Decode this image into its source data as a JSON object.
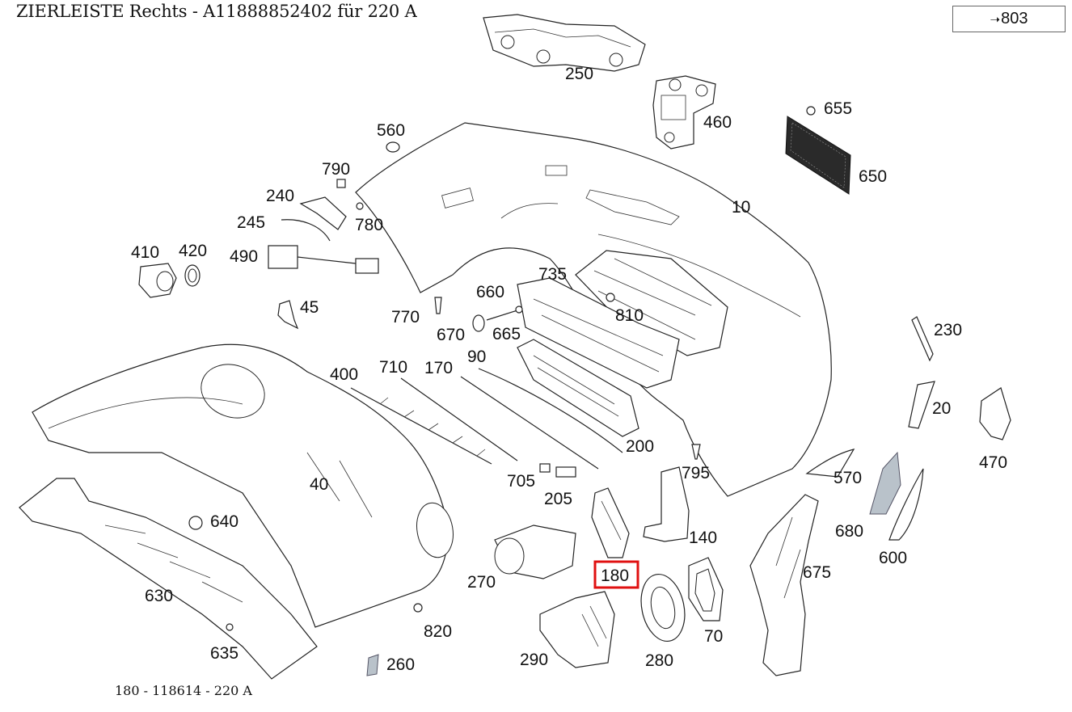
{
  "header": {
    "title": "ZIERLEISTE Rechts - A11888852402 für 220 A",
    "nav_arrow": "➝",
    "nav_label": "803"
  },
  "diagram": {
    "highlight_color": "#e01010",
    "highlighted_part": "180",
    "callouts": {
      "c250": "250",
      "c460": "460",
      "c655": "655",
      "c650": "650",
      "c560": "560",
      "c790": "790",
      "c240": "240",
      "c245": "245",
      "c780": "780",
      "c10": "10",
      "c410": "410",
      "c420": "420",
      "c490": "490",
      "c45": "45",
      "c735": "735",
      "c660": "660",
      "c770": "770",
      "c810": "810",
      "c670": "670",
      "c665": "665",
      "c230": "230",
      "c90": "90",
      "c710": "710",
      "c170": "170",
      "c400": "400",
      "c20": "20",
      "c470": "470",
      "c200": "200",
      "c795": "795",
      "c40": "40",
      "c705": "705",
      "c205": "205",
      "c570": "570",
      "c640": "640",
      "c140": "140",
      "c680": "680",
      "c600": "600",
      "c675": "675",
      "c180": "180",
      "c270": "270",
      "c630": "630",
      "c820": "820",
      "c70": "70",
      "c635": "635",
      "c290": "290",
      "c280": "280",
      "c260": "260"
    }
  },
  "footer": {
    "text": "180 - 118614 - 220 A"
  }
}
